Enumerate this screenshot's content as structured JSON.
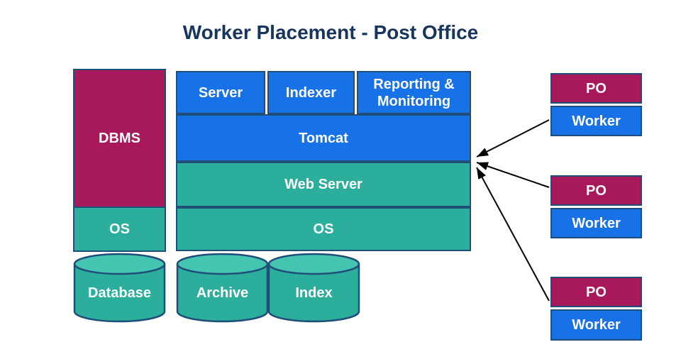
{
  "title": "Worker Placement - Post Office",
  "colors": {
    "magenta": "#A8195B",
    "blue": "#1772E8",
    "teal": "#2BAE9B",
    "teal_light": "#45C4B2",
    "border": "#1F4E79",
    "title_text": "#17365D",
    "arrow": "#000000",
    "background": "#FFFFFF"
  },
  "left_stack": {
    "dbms_label": "DBMS",
    "os_label": "OS",
    "database_label": "Database"
  },
  "middle_stack": {
    "top_row": [
      "Server",
      "Indexer",
      "Reporting & Monitoring"
    ],
    "tomcat_label": "Tomcat",
    "web_server_label": "Web Server",
    "os_label": "OS",
    "cylinders": [
      "Archive",
      "Index"
    ]
  },
  "right_stack": {
    "pairs": [
      {
        "top": "PO",
        "bottom": "Worker"
      },
      {
        "top": "PO",
        "bottom": "Worker"
      },
      {
        "top": "PO",
        "bottom": "Worker"
      }
    ]
  }
}
